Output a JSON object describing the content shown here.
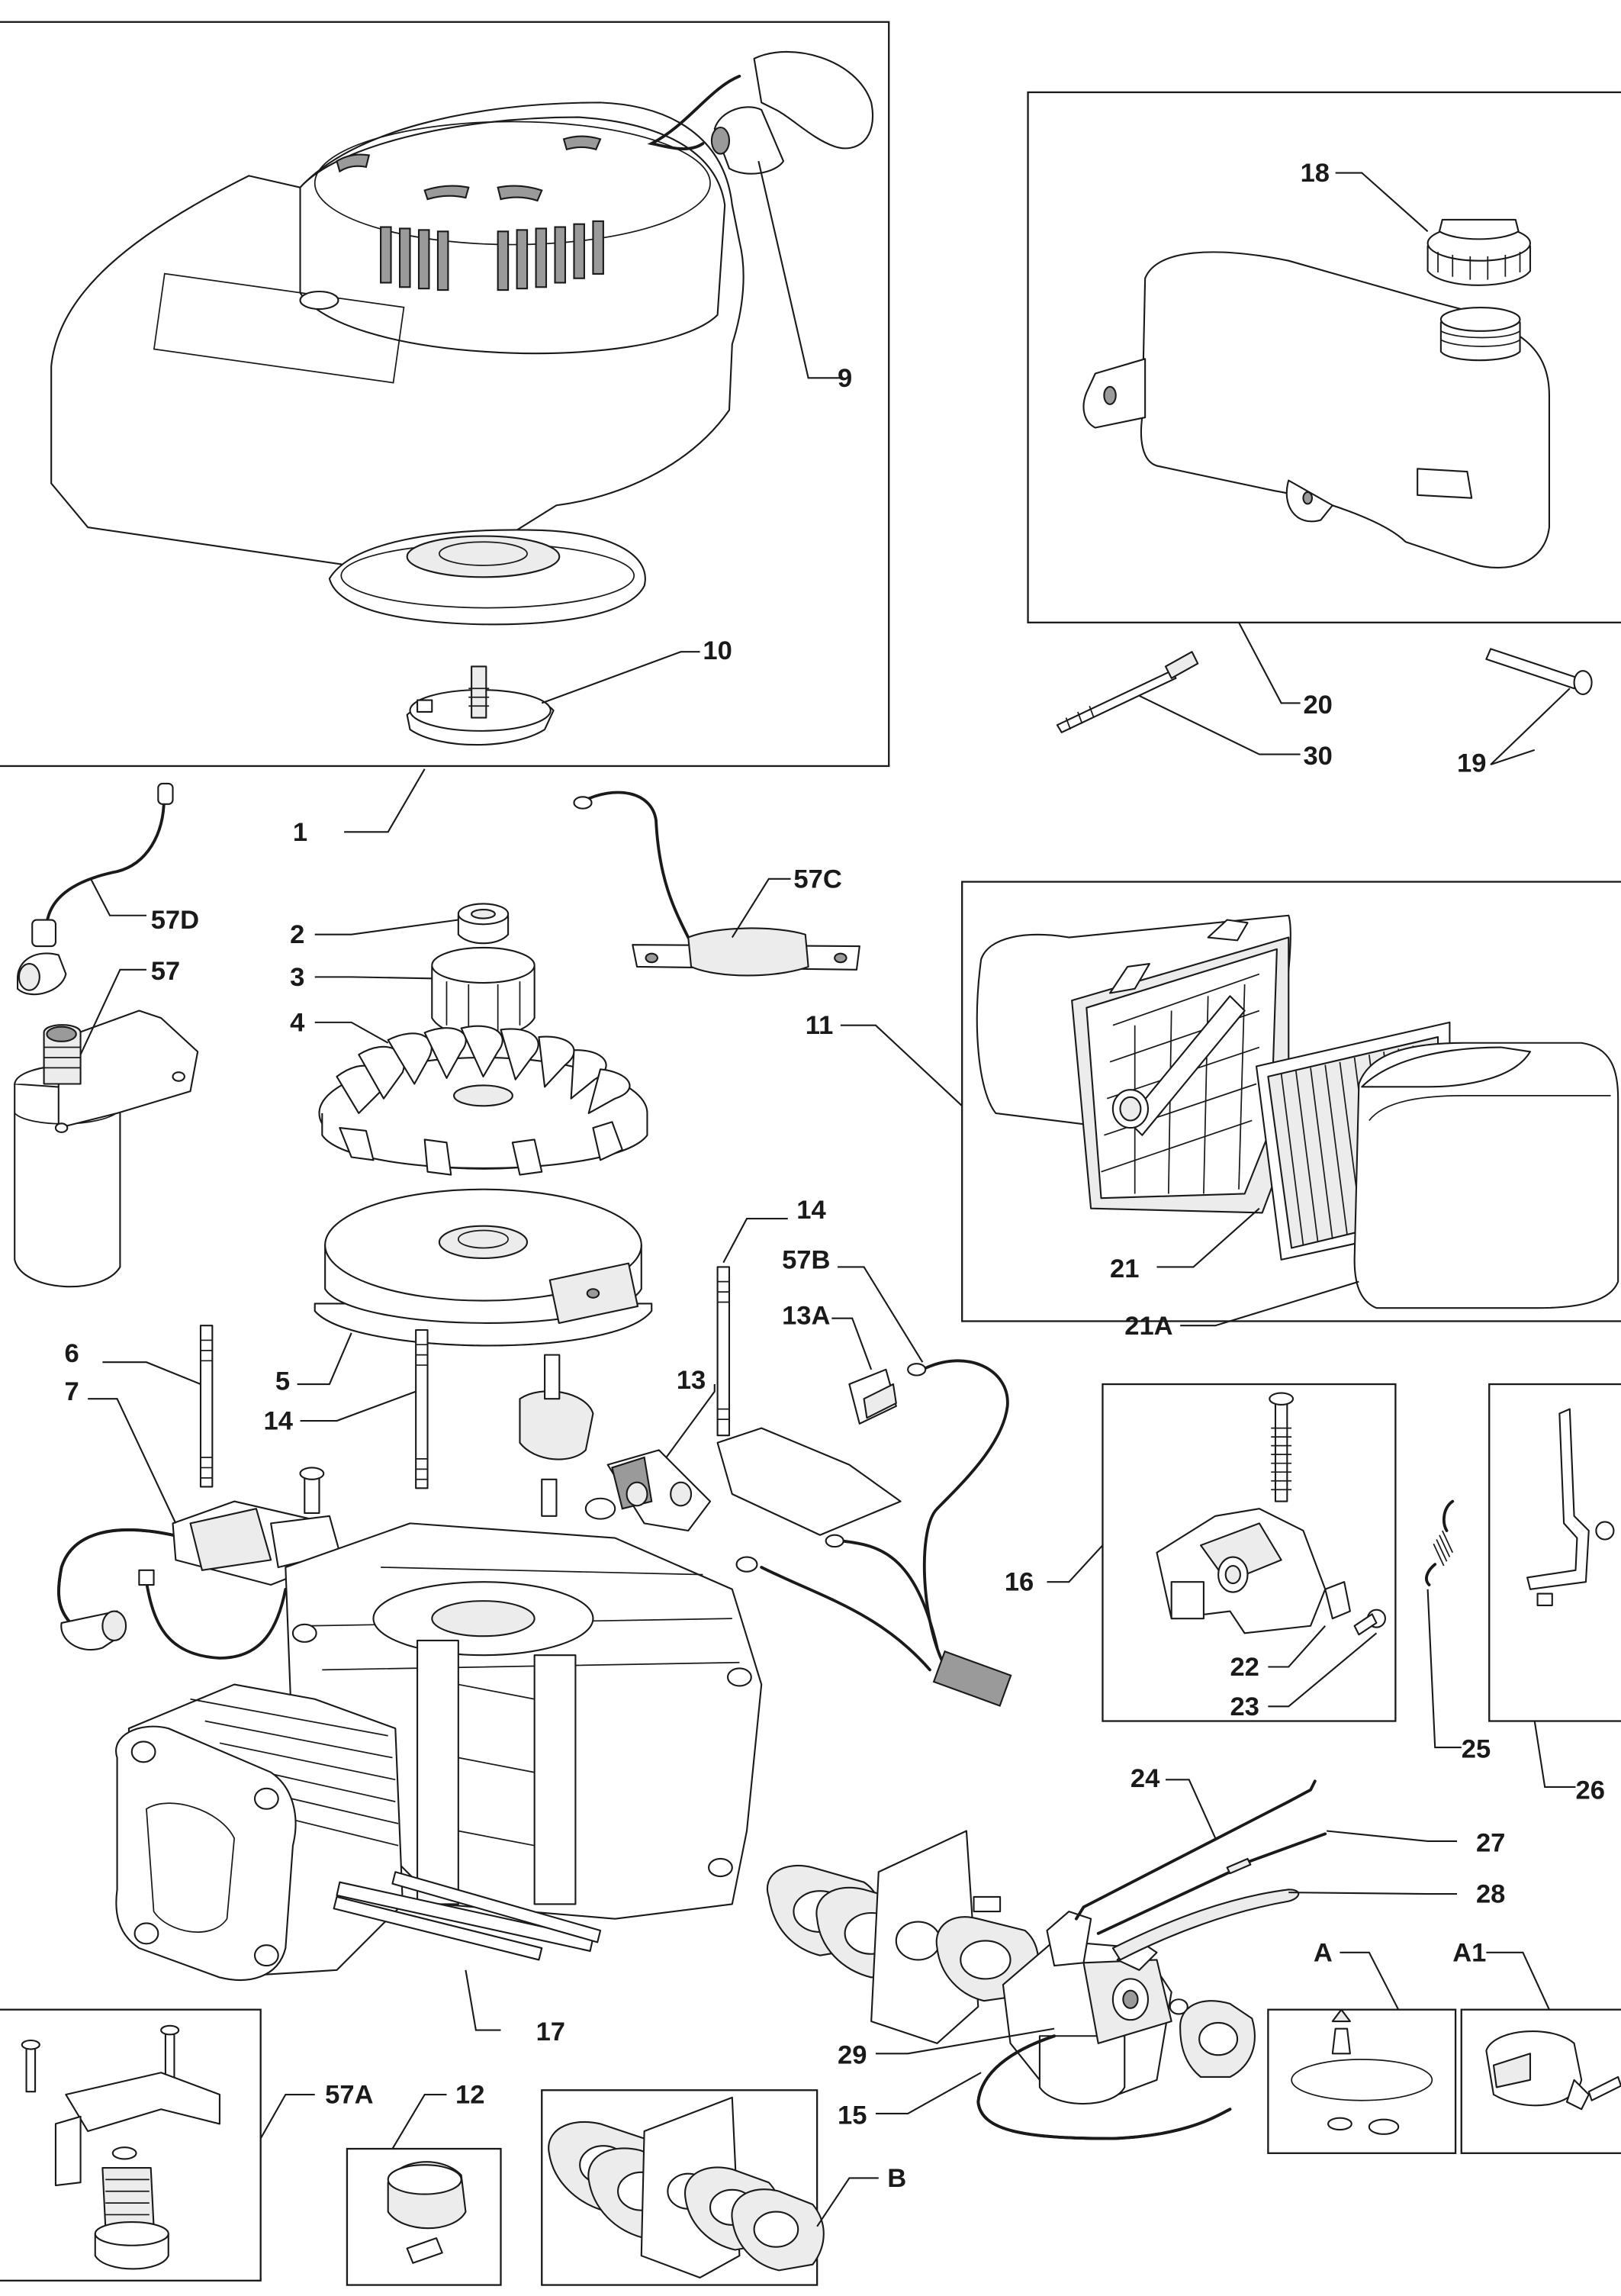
{
  "diagram": {
    "callouts": {
      "c9": "9",
      "c10": "10",
      "c1": "1",
      "c18": "18",
      "c20": "20",
      "c30": "30",
      "c19": "19",
      "c57D": "57D",
      "c57": "57",
      "c2": "2",
      "c3": "3",
      "c4": "4",
      "c57C": "57C",
      "c11": "11",
      "c21": "21",
      "c21A": "21A",
      "c14a": "14",
      "c57B": "57B",
      "c13A": "13A",
      "c6": "6",
      "c7": "7",
      "c5": "5",
      "c14b": "14",
      "c13": "13",
      "c16": "16",
      "c22": "22",
      "c23": "23",
      "c25": "25",
      "c26": "26",
      "c24": "24",
      "c27": "27",
      "c28": "28",
      "cA": "A",
      "cA1": "A1",
      "c17": "17",
      "c29": "29",
      "c15": "15",
      "c57A": "57A",
      "c12": "12",
      "cB": "B"
    }
  }
}
